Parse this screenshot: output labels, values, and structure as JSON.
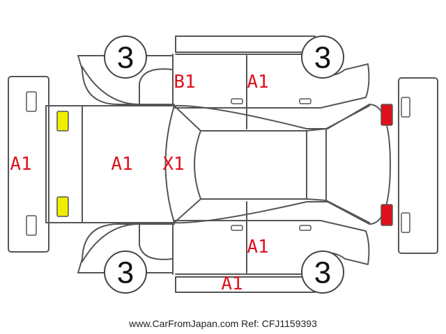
{
  "wheels": [
    {
      "position": "front-left",
      "grade": "3"
    },
    {
      "position": "rear-left",
      "grade": "3"
    },
    {
      "position": "front-right",
      "grade": "3"
    },
    {
      "position": "rear-right",
      "grade": "3"
    }
  ],
  "damage_codes": {
    "front_bumper": "A1",
    "hood": "A1",
    "windshield": "X1",
    "top_front_door": "B1",
    "top_rear_door": "A1",
    "bottom_rear_door": "A1",
    "bottom_sill": "A1"
  },
  "colors": {
    "damage_code": "#e0101b",
    "front_lamp": "#f0ee00",
    "rear_lamp": "#e0101b",
    "outline": "#555555"
  },
  "footer": {
    "site": "www.CarFromJapan.com",
    "ref": "Ref: CFJ1159393"
  }
}
